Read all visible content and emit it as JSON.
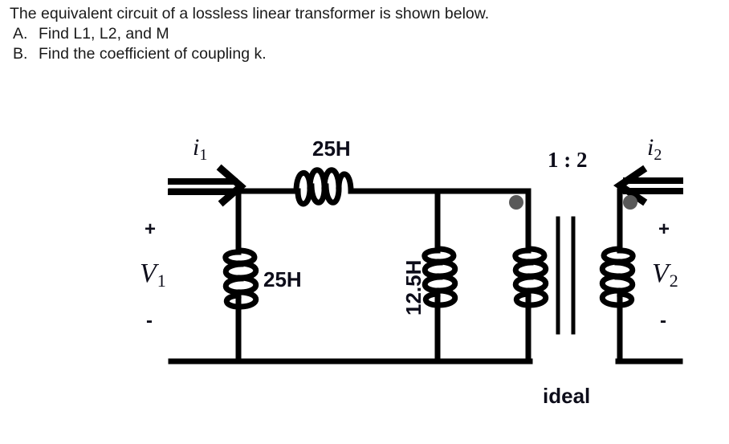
{
  "statement": {
    "intro": "The equivalent circuit of a lossless linear transformer is shown below.",
    "items": [
      {
        "marker": "A.",
        "text": "Find L1, L2, and M"
      },
      {
        "marker": "B.",
        "text": "Find the coefficient of coupling k."
      }
    ]
  },
  "circuit": {
    "type": "equivalent-circuit-lossless-linear-transformer",
    "colors": {
      "wire": "#000000",
      "dot": "#595959",
      "label": "#0d0d1a",
      "background": "#ffffff"
    },
    "labels": {
      "current_in": "i",
      "current_in_sub": "1",
      "current_out": "i",
      "current_out_sub": "2",
      "voltage_in": "V",
      "voltage_in_sub": "1",
      "voltage_out": "V",
      "voltage_out_sub": "2",
      "plus_left": "+",
      "minus_left": "-",
      "plus_right": "+",
      "minus_right": "-",
      "series_inductor": "25H",
      "shunt_inductor_left": "25H",
      "shunt_inductor_mid": "12.5H",
      "turns_ratio": "1 : 2",
      "transformer_note": "ideal"
    },
    "components": [
      {
        "name": "series-inductor",
        "value": "25H",
        "orientation": "horizontal",
        "coils": 3
      },
      {
        "name": "shunt-inductor-left",
        "value": "25H",
        "orientation": "vertical",
        "coils": 3
      },
      {
        "name": "shunt-inductor-middle",
        "value": "12.5H",
        "orientation": "vertical",
        "coils": 3
      },
      {
        "name": "ideal-transformer-primary",
        "value": "1",
        "orientation": "vertical",
        "coils": 3
      },
      {
        "name": "ideal-transformer-secondary",
        "value": "2",
        "orientation": "vertical",
        "coils": 3
      }
    ],
    "polarity_dots": 2
  }
}
